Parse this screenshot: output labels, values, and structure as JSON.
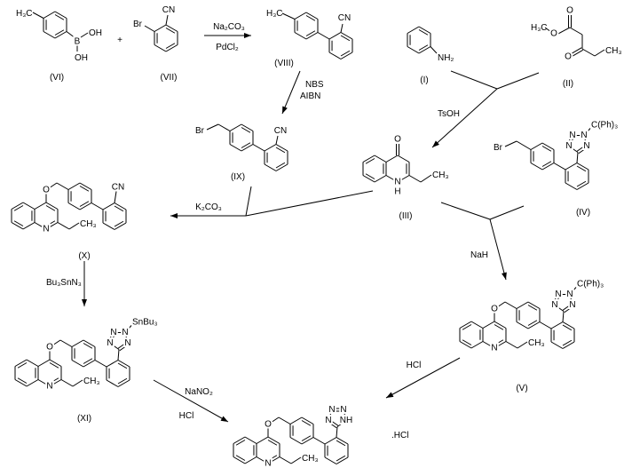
{
  "atoms": {
    "N": "N",
    "O": "O",
    "H": "H",
    "NH": "NH",
    "B": "B",
    "OH": "OH",
    "Br": "Br",
    "CN": "CN",
    "CH3": "CH₃",
    "H3C": "H₃C",
    "NH2": "NH₂",
    "CPh3": "C(Ph)₃",
    "SnBu3": "SnBu₃"
  },
  "compounds": {
    "VI": "(VI)",
    "VII": "(VII)",
    "VIII": "(VIII)",
    "IX": "(IX)",
    "I": "(I)",
    "II": "(II)",
    "III": "(III)",
    "IV": "(IV)",
    "V": "(V)",
    "X": "(X)",
    "XI": "(XI)"
  },
  "reagents": {
    "na2co3": "Na₂CO₃",
    "pdcl2": "PdCl₂",
    "nbs": "NBS",
    "aibn": "AIBN",
    "tsoh": "TsOH",
    "k2co3": "K₂CO₃",
    "bu3snn3": "Bu₃SnN₃",
    "nah": "NaH",
    "hcl": "HCl",
    "nano2": "NaNO₂"
  },
  "symbols": {
    "plus": "+",
    "salt": ".HCl"
  }
}
